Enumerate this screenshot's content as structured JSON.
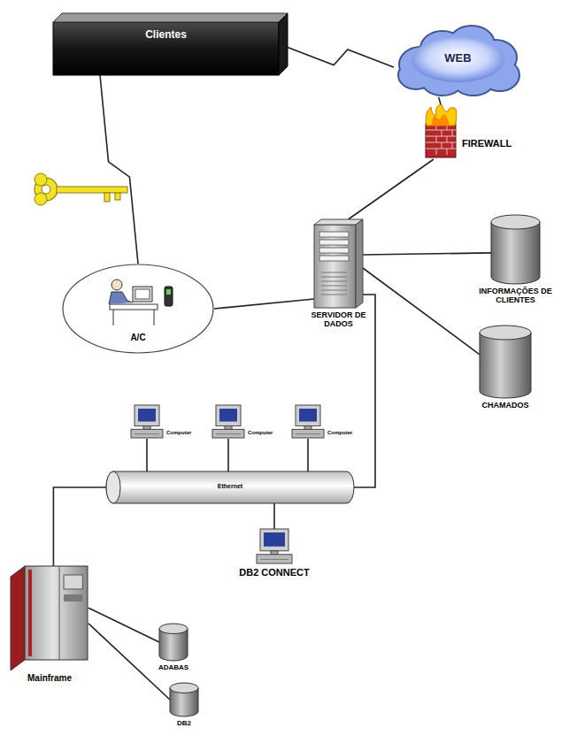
{
  "diagram": {
    "nodes": [
      {
        "text": [
          "Clientes"
        ]
      },
      {
        "text": [
          "WEB"
        ]
      },
      {
        "text": [
          "FIREWALL"
        ]
      },
      {
        "text": [
          "A/C"
        ]
      },
      {
        "text": [
          "SERVIDOR DE DADOS"
        ]
      },
      {
        "text": [
          "INFORMAÇÕES DE CLIENTES"
        ]
      },
      {
        "text": [
          "CHAMADOS"
        ]
      },
      {
        "text": [
          "Computer"
        ]
      },
      {
        "text": [
          "Computer"
        ]
      },
      {
        "text": [
          "Computer"
        ]
      },
      {
        "text": [
          "Ethernet"
        ]
      },
      {
        "text": [
          "DB2 CONNECT"
        ]
      },
      {
        "text": [
          "Mainframe"
        ]
      },
      {
        "text": [
          "ADABAS"
        ]
      },
      {
        "text": [
          "DB2"
        ]
      }
    ],
    "edges": [
      {
        "from": 0,
        "to": 1,
        "arrow": "none"
      },
      {
        "from": 1,
        "to": 2,
        "arrow": "none"
      },
      {
        "from": 2,
        "to": 4,
        "arrow": "none"
      },
      {
        "from": 0,
        "to": 3,
        "arrow": "none"
      },
      {
        "from": 3,
        "to": 4,
        "arrow": "none"
      },
      {
        "from": 4,
        "to": 5,
        "arrow": "none"
      },
      {
        "from": 4,
        "to": 6,
        "arrow": "none"
      },
      {
        "from": 4,
        "to": 10,
        "arrow": "none"
      },
      {
        "from": 7,
        "to": 10,
        "arrow": "none"
      },
      {
        "from": 8,
        "to": 10,
        "arrow": "none"
      },
      {
        "from": 9,
        "to": 10,
        "arrow": "none"
      },
      {
        "from": 11,
        "to": 10,
        "arrow": "none"
      },
      {
        "from": 10,
        "to": 12,
        "arrow": "none"
      },
      {
        "from": 12,
        "to": 13,
        "arrow": "none"
      },
      {
        "from": 12,
        "to": 14,
        "arrow": "none"
      }
    ]
  }
}
